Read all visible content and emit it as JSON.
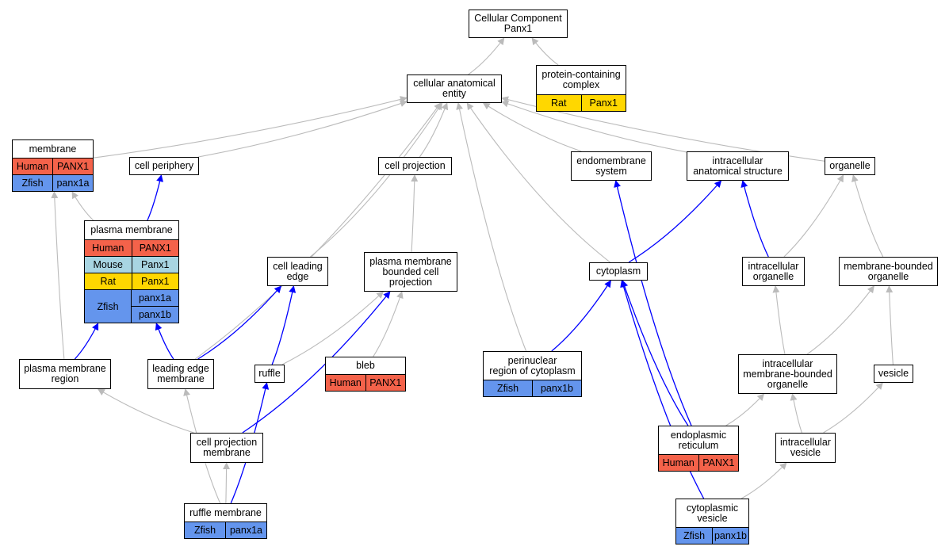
{
  "colors": {
    "Human": "#f4624a",
    "Mouse": "#a8d5e2",
    "Rat": "#ffd700",
    "Zfish": "#6495ed",
    "is_a": "#bbbbbb",
    "part_of": "#0000ff"
  },
  "nodes": {
    "root": {
      "title": "Cellular Component\nPanx1"
    },
    "cae": {
      "title": "cellular anatomical\nentity"
    },
    "pcc": {
      "title": "protein-containing\ncomplex",
      "orthologs": [
        {
          "species": "Rat",
          "gene": "Panx1"
        }
      ]
    },
    "membrane": {
      "title": "membrane",
      "orthologs": [
        {
          "species": "Human",
          "gene": "PANX1"
        },
        {
          "species": "Zfish",
          "gene": "panx1a"
        }
      ]
    },
    "cellperiph": {
      "title": "cell periphery"
    },
    "cellproj": {
      "title": "cell projection"
    },
    "endomem": {
      "title": "endomembrane\nsystem"
    },
    "ias": {
      "title": "intracellular\nanatomical structure"
    },
    "organelle": {
      "title": "organelle"
    },
    "pm": {
      "title": "plasma membrane",
      "orthologs": [
        {
          "species": "Human",
          "gene": "PANX1"
        },
        {
          "species": "Mouse",
          "gene": "Panx1"
        },
        {
          "species": "Rat",
          "gene": "Panx1"
        }
      ],
      "group": {
        "species": "Zfish",
        "genes": [
          "panx1a",
          "panx1b"
        ]
      }
    },
    "cle": {
      "title": "cell leading\nedge"
    },
    "pmbcp": {
      "title": "plasma membrane\nbounded cell\nprojection"
    },
    "cytoplasm": {
      "title": "cytoplasm"
    },
    "intraorg": {
      "title": "intracellular\norganelle"
    },
    "mbo": {
      "title": "membrane-bounded\norganelle"
    },
    "pmr": {
      "title": "plasma membrane\nregion"
    },
    "lem": {
      "title": "leading edge\nmembrane"
    },
    "ruffle": {
      "title": "ruffle"
    },
    "bleb": {
      "title": "bleb",
      "orthologs": [
        {
          "species": "Human",
          "gene": "PANX1"
        }
      ]
    },
    "perinuc": {
      "title": "perinuclear\nregion of cytoplasm",
      "orthologs": [
        {
          "species": "Zfish",
          "gene": "panx1b"
        }
      ]
    },
    "imbo": {
      "title": "intracellular\nmembrane-bounded\norganelle"
    },
    "vesicle": {
      "title": "vesicle"
    },
    "cpm": {
      "title": "cell projection\nmembrane"
    },
    "er": {
      "title": "endoplasmic\nreticulum",
      "orthologs": [
        {
          "species": "Human",
          "gene": "PANX1"
        }
      ]
    },
    "iv": {
      "title": "intracellular\nvesicle"
    },
    "rm": {
      "title": "ruffle membrane",
      "orthologs": [
        {
          "species": "Zfish",
          "gene": "panx1a"
        }
      ]
    },
    "cv": {
      "title": "cytoplasmic\nvesicle",
      "orthologs": [
        {
          "species": "Zfish",
          "gene": "panx1b"
        }
      ]
    }
  },
  "edges": [
    {
      "from": "cae",
      "to": "root",
      "type": "is_a"
    },
    {
      "from": "pcc",
      "to": "root",
      "type": "is_a"
    },
    {
      "from": "membrane",
      "to": "cae",
      "type": "is_a"
    },
    {
      "from": "cellperiph",
      "to": "cae",
      "type": "is_a"
    },
    {
      "from": "cellproj",
      "to": "cae",
      "type": "is_a"
    },
    {
      "from": "endomem",
      "to": "cae",
      "type": "is_a"
    },
    {
      "from": "ias",
      "to": "cae",
      "type": "is_a"
    },
    {
      "from": "organelle",
      "to": "cae",
      "type": "is_a"
    },
    {
      "from": "cle",
      "to": "cae",
      "type": "is_a"
    },
    {
      "from": "perinuc",
      "to": "cae",
      "type": "is_a"
    },
    {
      "from": "lem",
      "to": "cae",
      "type": "is_a"
    },
    {
      "from": "cytoplasm",
      "to": "cae",
      "type": "is_a"
    },
    {
      "from": "pm",
      "to": "membrane",
      "type": "is_a"
    },
    {
      "from": "pmr",
      "to": "membrane",
      "type": "is_a"
    },
    {
      "from": "pm",
      "to": "cellperiph",
      "type": "part_of"
    },
    {
      "from": "pmbcp",
      "to": "cellproj",
      "type": "is_a"
    },
    {
      "from": "cytoplasm",
      "to": "ias",
      "type": "part_of"
    },
    {
      "from": "intraorg",
      "to": "ias",
      "type": "part_of"
    },
    {
      "from": "intraorg",
      "to": "organelle",
      "type": "is_a"
    },
    {
      "from": "mbo",
      "to": "organelle",
      "type": "is_a"
    },
    {
      "from": "pmr",
      "to": "pm",
      "type": "part_of"
    },
    {
      "from": "lem",
      "to": "pm",
      "type": "part_of"
    },
    {
      "from": "lem",
      "to": "cle",
      "type": "part_of"
    },
    {
      "from": "ruffle",
      "to": "cle",
      "type": "part_of"
    },
    {
      "from": "ruffle",
      "to": "pmbcp",
      "type": "is_a"
    },
    {
      "from": "bleb",
      "to": "pmbcp",
      "type": "is_a"
    },
    {
      "from": "cpm",
      "to": "pmbcp",
      "type": "part_of"
    },
    {
      "from": "perinuc",
      "to": "cytoplasm",
      "type": "part_of"
    },
    {
      "from": "er",
      "to": "cytoplasm",
      "type": "part_of"
    },
    {
      "from": "cv",
      "to": "cytoplasm",
      "type": "part_of"
    },
    {
      "from": "er",
      "to": "endomem",
      "type": "part_of"
    },
    {
      "from": "imbo",
      "to": "intraorg",
      "type": "is_a"
    },
    {
      "from": "imbo",
      "to": "mbo",
      "type": "is_a"
    },
    {
      "from": "vesicle",
      "to": "mbo",
      "type": "is_a"
    },
    {
      "from": "er",
      "to": "imbo",
      "type": "is_a"
    },
    {
      "from": "iv",
      "to": "imbo",
      "type": "is_a"
    },
    {
      "from": "iv",
      "to": "vesicle",
      "type": "is_a"
    },
    {
      "from": "cv",
      "to": "iv",
      "type": "is_a"
    },
    {
      "from": "cpm",
      "to": "pmr",
      "type": "is_a"
    },
    {
      "from": "rm",
      "to": "cpm",
      "type": "is_a"
    },
    {
      "from": "rm",
      "to": "lem",
      "type": "is_a"
    },
    {
      "from": "rm",
      "to": "ruffle",
      "type": "part_of"
    }
  ]
}
